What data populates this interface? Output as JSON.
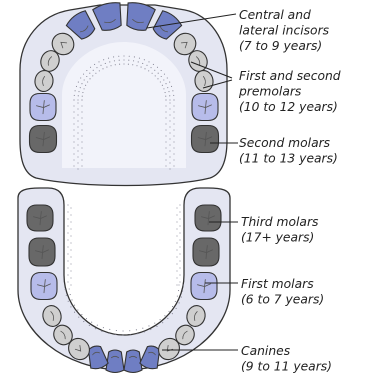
{
  "colors": {
    "incisor_blue": "#6f7ec3",
    "light_blue": "#b7bcea",
    "light_gray": "#cfcfcf",
    "dark_gray": "#686868",
    "gum": "#e4e6f2",
    "outline": "#333333"
  },
  "labels": [
    {
      "id": "incisors",
      "lines": [
        "Central and",
        "lateral incisors",
        "(7 to 9 years)"
      ]
    },
    {
      "id": "premolars",
      "lines": [
        "First and second",
        "premolars",
        "(10 to 12 years)"
      ]
    },
    {
      "id": "second_molars",
      "lines": [
        "Second molars",
        "(11 to 13 years)"
      ]
    },
    {
      "id": "third_molars",
      "lines": [
        "Third molars",
        "(17+ years)"
      ]
    },
    {
      "id": "first_molars",
      "lines": [
        "First molars",
        "(6 to 7 years)"
      ]
    },
    {
      "id": "canines",
      "lines": [
        "Canines",
        "(9 to 11 years)"
      ]
    }
  ],
  "upper_teeth": {
    "right": [
      "central-incisor",
      "lateral-incisor",
      "canine",
      "first-premolar",
      "second-premolar",
      "first-molar",
      "second-molar"
    ],
    "left": [
      "central-incisor",
      "lateral-incisor",
      "canine",
      "first-premolar",
      "second-premolar",
      "first-molar",
      "second-molar"
    ]
  },
  "lower_teeth": {
    "right": [
      "central-incisor",
      "lateral-incisor",
      "canine",
      "first-premolar",
      "second-premolar",
      "first-molar",
      "second-molar",
      "third-molar"
    ],
    "left": [
      "central-incisor",
      "lateral-incisor",
      "canine",
      "first-premolar",
      "second-premolar",
      "first-molar",
      "second-molar",
      "third-molar"
    ]
  }
}
